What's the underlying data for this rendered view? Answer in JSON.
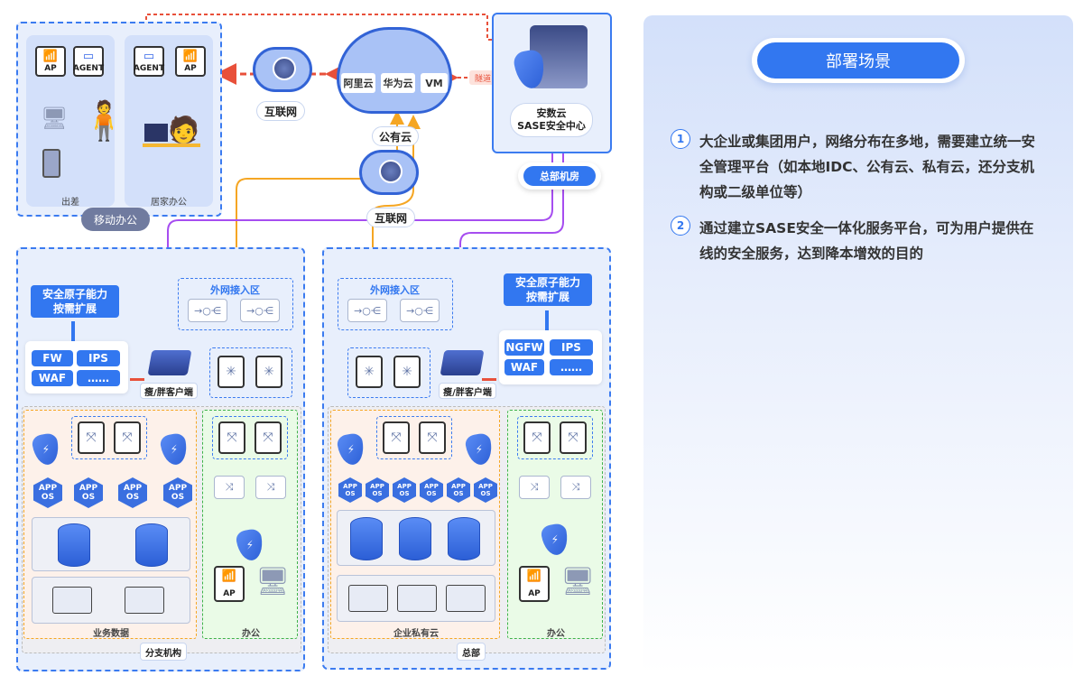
{
  "mobile_office": {
    "title": "移动办公",
    "business_trip": {
      "label": "出差",
      "devices": [
        "AP",
        "AGENT"
      ]
    },
    "home_office": {
      "label": "居家办公",
      "devices": [
        "AGENT",
        "AP"
      ]
    }
  },
  "internet_left": {
    "label": "互联网"
  },
  "public_cloud": {
    "label": "公有云",
    "providers": [
      "阿里云",
      "华为云",
      "VM"
    ]
  },
  "internet_center": {
    "label": "互联网"
  },
  "tunnel_label": "隧道",
  "sase_center": {
    "name_line1": "安数云",
    "name_line2": "SASE安全中心"
  },
  "hq_room": {
    "label": "总部机房"
  },
  "branch": {
    "title": "分支机构",
    "atomic_title_line1": "安全原子能力",
    "atomic_title_line2": "按需扩展",
    "capabilities": [
      "FW",
      "IPS",
      "WAF",
      "……"
    ],
    "client_label": "瘦/胖客户端",
    "external_zone": "外网接入区",
    "business_zone": "业务数据",
    "office_zone": "办公",
    "app_os_count": 4,
    "app_label": "APP",
    "os_label": "OS",
    "ap_label": "AP"
  },
  "hq": {
    "title": "总部",
    "atomic_title_line1": "安全原子能力",
    "atomic_title_line2": "按需扩展",
    "capabilities": [
      "NGFW",
      "IPS",
      "WAF",
      "……"
    ],
    "client_label": "瘦/胖客户端",
    "external_zone": "外网接入区",
    "business_zone": "企业私有云",
    "office_zone": "办公",
    "app_os_count": 6,
    "app_label": "APP",
    "os_label": "OS",
    "ap_label": "AP"
  },
  "scenario": {
    "title": "部署场景",
    "items": [
      {
        "num": "1",
        "text": "大企业或集团用户，网络分布在多地，需要建立统一安全管理平台（如本地IDC、公有云、私有云，还分支机构或二级单位等）"
      },
      {
        "num": "2",
        "text": "通过建立SASE安全一体化服务平台，可为用户提供在线的安全服务，达到降本增效的目的"
      }
    ]
  },
  "colors": {
    "accent": "#3277f0",
    "tunnel_red": "#e8503a",
    "orange_link": "#f5a623",
    "purple_link": "#a64df0",
    "panel_bg": "#e8effc"
  }
}
